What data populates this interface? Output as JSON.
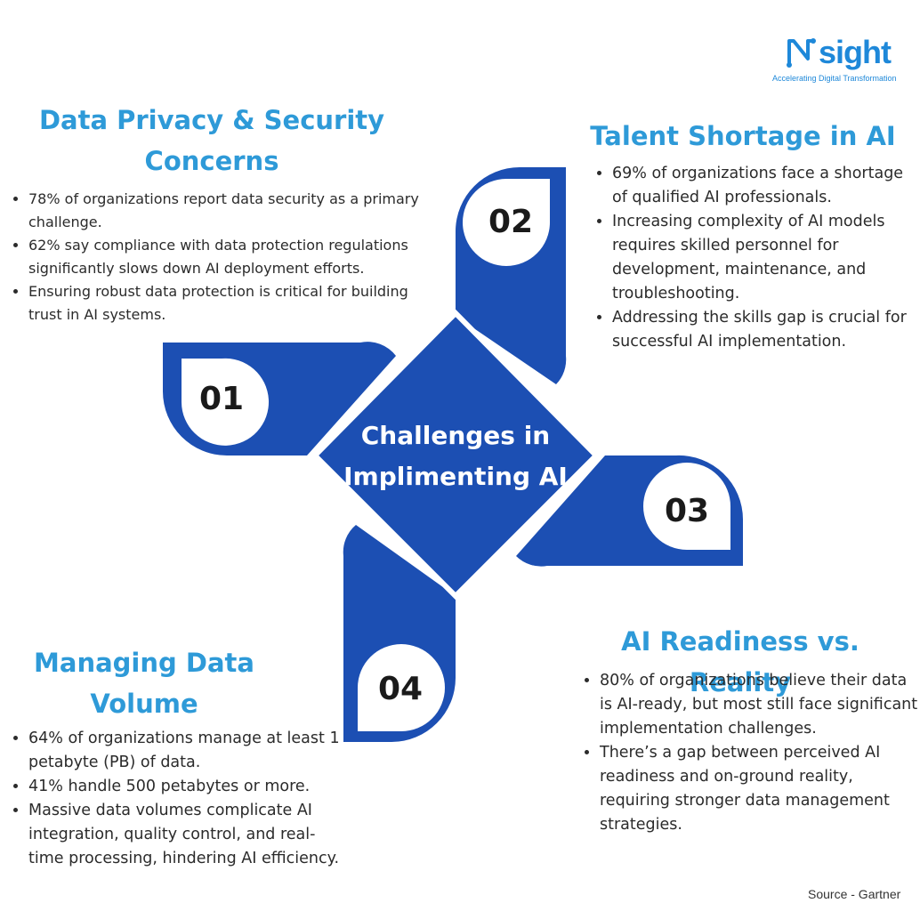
{
  "brand": {
    "logo_mark": "N",
    "logo_word": "sight",
    "tagline": "Accelerating Digital Transformation"
  },
  "center": {
    "line1": "Challenges in",
    "line2": "Implimenting AI"
  },
  "colors": {
    "accent": "#1c4fb3",
    "heading": "#2e9ad8",
    "text": "#2b2b2b"
  },
  "sections": [
    {
      "number": "01",
      "title": "Data Privacy & Security Concerns",
      "points": [
        "78% of organizations report data security as a primary challenge.",
        "62% say compliance with data protection regulations significantly slows down AI deployment efforts.",
        "Ensuring robust data protection is critical for building trust in AI systems."
      ]
    },
    {
      "number": "02",
      "title": "Talent Shortage in AI",
      "points": [
        "69% of organizations face a shortage of qualified AI professionals.",
        "Increasing complexity of AI models requires skilled personnel for development, maintenance, and troubleshooting.",
        "Addressing the skills gap is crucial for successful AI implementation."
      ]
    },
    {
      "number": "03",
      "title": "AI Readiness vs. Reality",
      "points": [
        "80% of organizations believe their data is AI-ready, but most still face significant implementation challenges.",
        "There’s a gap between perceived AI readiness and on-ground reality, requiring stronger data management strategies."
      ]
    },
    {
      "number": "04",
      "title": "Managing Data Volume",
      "points": [
        "64% of organizations manage at least 1 petabyte (PB) of data.",
        "41% handle 500 petabytes or more.",
        "Massive data volumes complicate AI integration, quality control, and real-time processing, hindering AI efficiency."
      ]
    }
  ],
  "footer": {
    "source": "Source - Gartner"
  }
}
